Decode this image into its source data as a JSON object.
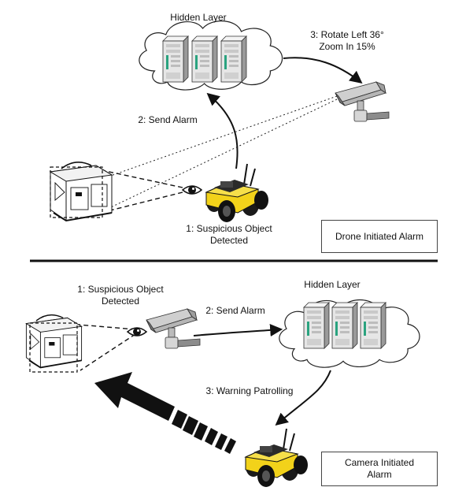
{
  "top": {
    "hidden_layer": "Hidden Layer",
    "step1_line1": "1: Suspicious Object",
    "step1_line2": "Detected",
    "step2": "2: Send Alarm",
    "step3_line1": "3: Rotate Left 36°",
    "step3_line2": "Zoom In 15%",
    "caption": "Drone Initiated Alarm"
  },
  "bottom": {
    "hidden_layer": "Hidden Layer",
    "step1_line1": "1: Suspicious Object",
    "step1_line2": "Detected",
    "step2": "2: Send Alarm",
    "step3": "3: Warning Patrolling",
    "caption_line1": "Camera Initiated",
    "caption_line2": "Alarm"
  },
  "colors": {
    "robot_body": "#f2d21a",
    "robot_dark": "#1a1a1a",
    "server": "#e8e8e8",
    "cloud": "#ffffff"
  }
}
